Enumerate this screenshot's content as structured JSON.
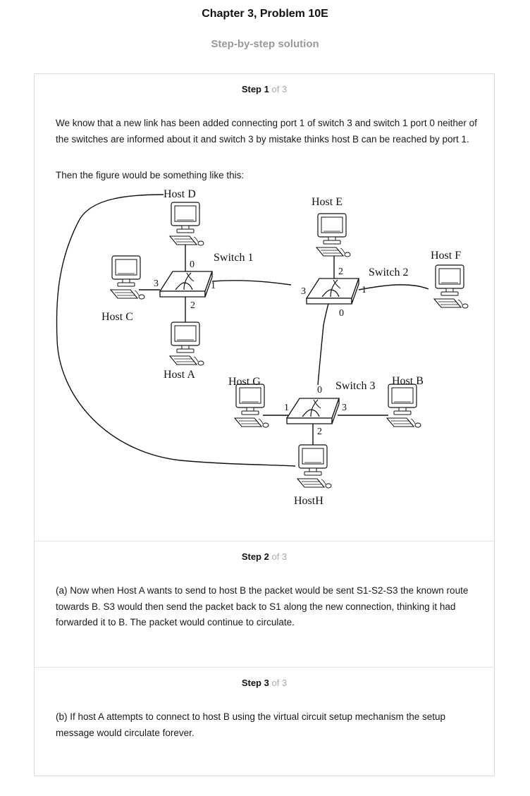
{
  "header": {
    "title": "Chapter 3, Problem 10E",
    "subtitle": "Step-by-step solution"
  },
  "steps": [
    {
      "label": "Step 1",
      "of": "of 3",
      "paragraphs": [
        "We know that a new link has been added connecting port 1 of switch 3 and switch 1 port 0 neither of the switches are informed about it and switch 3 by mistake thinks host B can be reached by port 1.",
        "Then the figure would be something like this:"
      ]
    },
    {
      "label": "Step 2",
      "of": "of 3",
      "paragraphs": [
        "(a) Now when Host A wants to send to host B the packet would be sent S1-S2-S3 the known route towards B. S3 would then send the packet back to S1 along the new connection, thinking it had forwarded it to B. The packet would continue to circulate."
      ]
    },
    {
      "label": "Step 3",
      "of": "of 3",
      "paragraphs": [
        "(b) If host A attempts to connect to host B using the virtual circuit setup mechanism the setup message would circulate forever."
      ]
    }
  ],
  "diagram": {
    "hosts": {
      "d": "Host D",
      "e": "Host E",
      "f": "Host F",
      "c": "Host C",
      "a": "Host A",
      "g": "Host G",
      "b": "Host B",
      "h": "HostH"
    },
    "switches": {
      "s1": "Switch 1",
      "s2": "Switch 2",
      "s3": "Switch 3"
    },
    "ports": {
      "s1_top": "0",
      "s1_left": "3",
      "s1_bottom": "2",
      "s1_right": "1",
      "s2_top": "2",
      "s2_left": "3",
      "s2_right": "1",
      "s2_bottom": "0",
      "s3_top": "0",
      "s3_left": "1",
      "s3_right": "3",
      "s3_bottom": "2"
    }
  }
}
